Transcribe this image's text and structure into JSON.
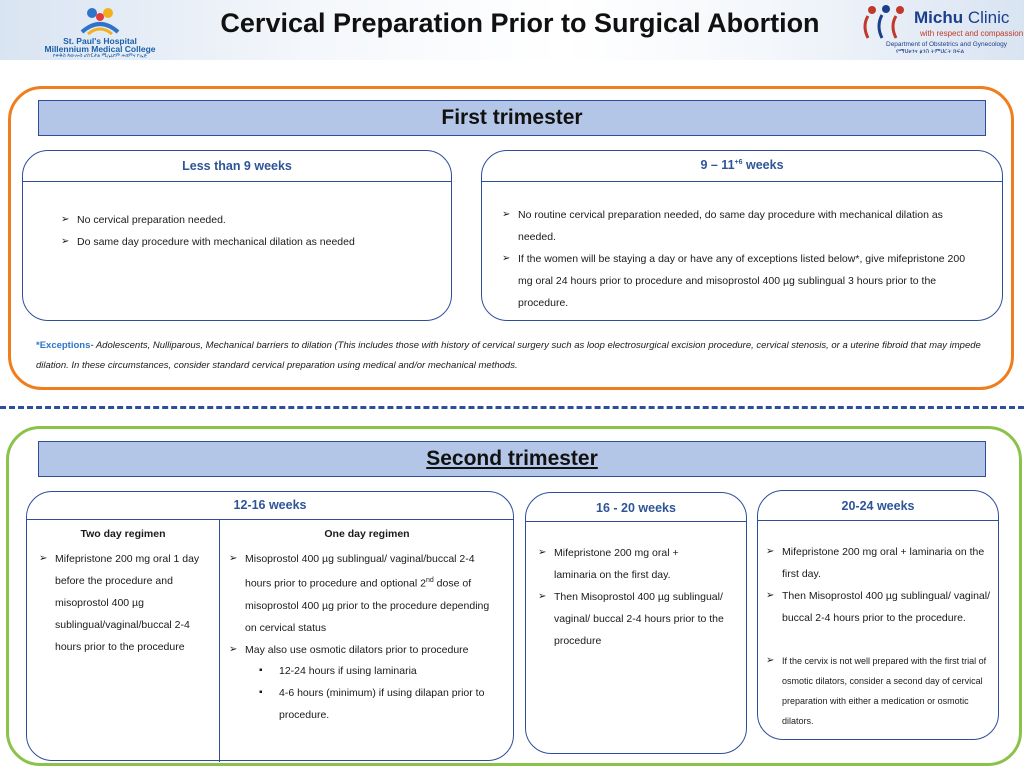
{
  "header": {
    "title": "Cervical Preparation Prior to Surgical Abortion",
    "left_logo": {
      "line1": "St. Paul's Hospital",
      "line2": "Millennium Medical College",
      "line3": "የቅዱስ ጳውሎስ ሆስፒታል ሚሌኒየም ሕክምና ኮሌጅ"
    },
    "right_logo": {
      "name_bold": "Michu",
      "name_rest": " Clinic",
      "tagline": "with respect and compassion",
      "dept": "Department of Obstetrics and Gynecology",
      "dept_amharic": "የማህፀንና ፅንስ ትምህርት ክፍል"
    }
  },
  "first_trimester": {
    "title": "First trimester",
    "card1": {
      "heading": "Less than 9 weeks",
      "items": [
        "No cervical preparation needed.",
        "Do same day procedure with mechanical dilation as needed"
      ]
    },
    "card2": {
      "heading_pre": "9 – 11",
      "heading_sup": "+6",
      "heading_post": " weeks",
      "items": [
        "No routine cervical preparation needed, do same day procedure with mechanical dilation as needed.",
        "If the women will be staying a day or have any of exceptions listed below*, give mifepristone 200 mg oral 24 hours prior to procedure and misoprostol 400 µg sublingual 3 hours prior to the procedure."
      ]
    },
    "exceptions_label": "*Exceptions",
    "exceptions_text": "- Adolescents, Nulliparous, Mechanical barriers to dilation (This includes those with history of cervical surgery such as loop electrosurgical excision procedure, cervical stenosis, or a uterine fibroid that may impede dilation. In these circumstances, consider standard cervical preparation using medical and/or mechanical methods."
  },
  "second_trimester": {
    "title": "Second trimester",
    "card1": {
      "heading": "12-16 weeks",
      "two_day": {
        "heading": "Two day regimen",
        "items": [
          "Mifepristone 200 mg oral 1 day before the procedure and misoprostol 400 µg sublingual/vaginal/buccal 2-4 hours prior to the procedure"
        ]
      },
      "one_day": {
        "heading": "One day regimen",
        "item1_pre": "Misoprostol 400 µg sublingual/ vaginal/buccal 2-4 hours prior to procedure and optional 2",
        "item1_sup": "nd",
        "item1_post": " dose of misoprostol 400 µg prior to the procedure depending on cervical status",
        "item2": "May also use osmotic dilators prior to procedure",
        "sub_items": [
          "12-24 hours if using laminaria",
          "4-6 hours (minimum) if using dilapan prior to procedure."
        ]
      }
    },
    "card2": {
      "heading": "16 - 20 weeks",
      "items": [
        "Mifepristone 200 mg oral + laminaria on the first day.",
        "Then Misoprostol 400 µg sublingual/ vaginal/ buccal 2-4 hours prior to the procedure"
      ]
    },
    "card3": {
      "heading": "20-24 weeks",
      "items": [
        "Mifepristone 200 mg oral + laminaria on the first day.",
        "Then Misoprostol 400 µg sublingual/ vaginal/ buccal 2-4 hours prior to the procedure."
      ],
      "small_item": "If the cervix is not well prepared with the first trial of osmotic dilators, consider a second day of cervical preparation with either a medication or osmotic dilators."
    }
  },
  "colors": {
    "first_frame": "#f07d1e",
    "second_frame": "#8bc34a",
    "banner": "#b4c6e7",
    "card_border": "#2e4e9c",
    "heading_blue": "#2e5597"
  }
}
